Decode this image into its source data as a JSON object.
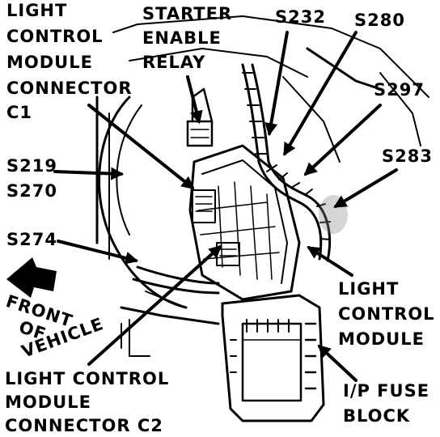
{
  "labels": {
    "lcm_c1": [
      "LIGHT",
      "CONTROL",
      "MODULE",
      "CONNECTOR",
      "C1"
    ],
    "starter_relay": [
      "STARTER",
      "ENABLE",
      "RELAY"
    ],
    "s232": "S232",
    "s280": "S280",
    "s297": "S297",
    "s283": "S283",
    "s219_s270": [
      "S219",
      "S270"
    ],
    "s274": "S274",
    "front_of_vehicle": [
      "FRONT",
      "OF",
      "VEHICLE"
    ],
    "light_control_module": [
      "LIGHT",
      "CONTROL",
      "MODULE"
    ],
    "lcm_c2": [
      "LIGHT CONTROL",
      "MODULE",
      "CONNECTOR C2"
    ],
    "ip_fuse_block": [
      "I/P FUSE",
      "BLOCK"
    ]
  },
  "colors": {
    "ink": "#000000",
    "paper": "#ffffff"
  }
}
